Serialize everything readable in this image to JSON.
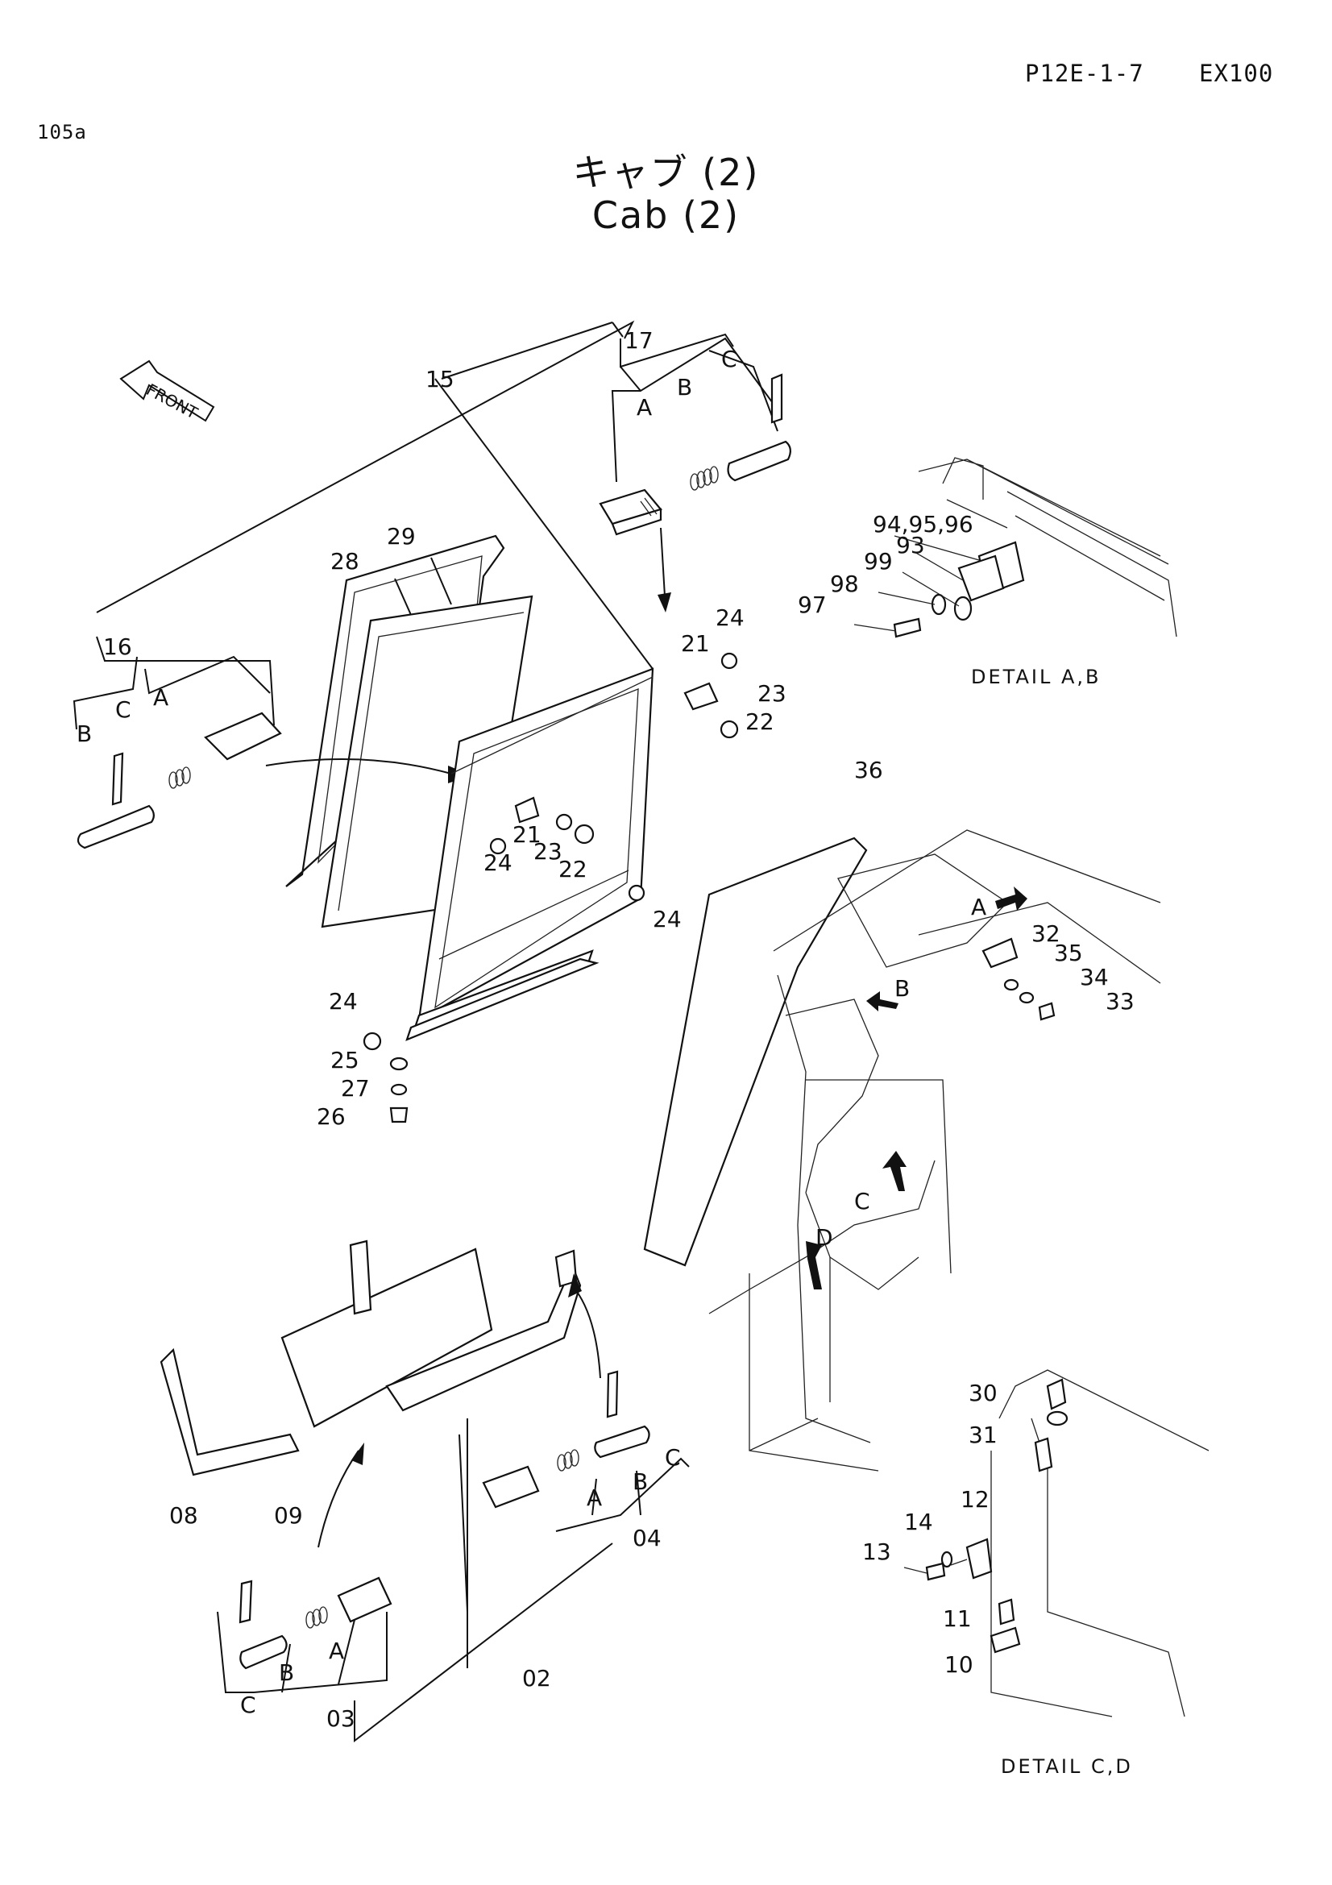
{
  "header": {
    "page_code": "P12E-1-7",
    "model": "EX100",
    "ref": "105a"
  },
  "title": {
    "japanese": "キャブ (2)",
    "english": "Cab (2)"
  },
  "diagram": {
    "front_marker": "FRONT",
    "detail_ab": "DETAIL A,B",
    "detail_cd": "DETAIL C,D",
    "callouts": [
      "17",
      "C",
      "B",
      "A",
      "15",
      "94,95,96",
      "93",
      "99",
      "98",
      "97",
      "29",
      "28",
      "16",
      "C",
      "A",
      "B",
      "24",
      "21",
      "23",
      "22",
      "21",
      "23",
      "22",
      "24",
      "24",
      "36",
      "A",
      "32",
      "35",
      "34",
      "B",
      "33",
      "24",
      "25",
      "27",
      "26",
      "C",
      "D",
      "30",
      "31",
      "08",
      "09",
      "C",
      "B",
      "A",
      "04",
      "12",
      "14",
      "13",
      "11",
      "10",
      "C",
      "A",
      "B",
      "03",
      "02"
    ]
  }
}
